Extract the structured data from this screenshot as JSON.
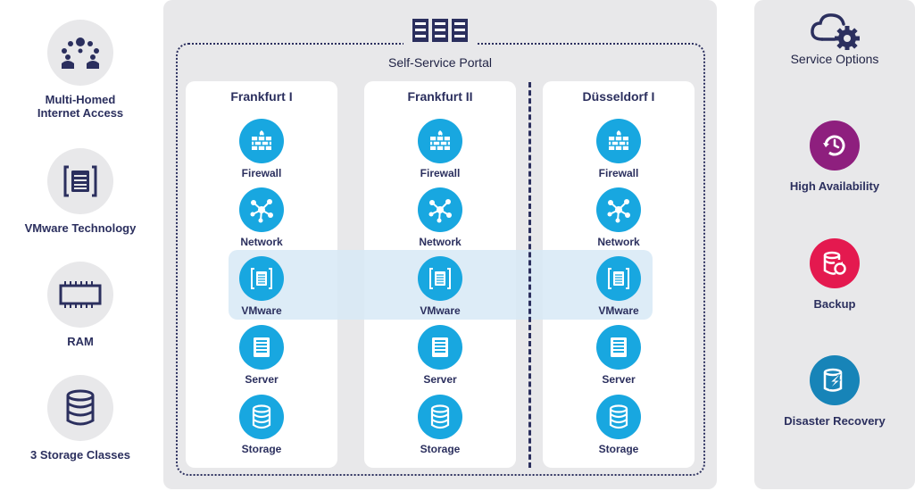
{
  "features": [
    {
      "label_line1": "Multi-Homed",
      "label_line2": "Internet Access",
      "icon": "network-people-icon"
    },
    {
      "label": "VMware Technology",
      "icon": "vmware-icon"
    },
    {
      "label": "RAM",
      "icon": "ram-chip-icon"
    },
    {
      "label": "3 Storage Classes",
      "icon": "database-icon"
    }
  ],
  "portal": {
    "title": "Self-Service Portal",
    "icon": "server-rack-icon"
  },
  "sites": [
    {
      "name": "Frankfurt I"
    },
    {
      "name": "Frankfurt II"
    },
    {
      "name": "Düsseldorf I"
    }
  ],
  "components": [
    "Firewall",
    "Network",
    "VMware",
    "Server",
    "Storage"
  ],
  "service_options": {
    "title": "Service Options",
    "icon": "cloud-gear-icon",
    "items": [
      {
        "label": "High Availability",
        "color": "#8e1f7e",
        "icon": "clock-refresh-icon"
      },
      {
        "label": "Backup",
        "color": "#e4194f",
        "icon": "database-restore-icon"
      },
      {
        "label": "Disaster Recovery",
        "color": "#1784b8",
        "icon": "database-lightning-icon"
      }
    ]
  },
  "colors": {
    "navy": "#2b2f5e",
    "cyan": "#18a7e0",
    "panel": "#e8e8ea",
    "highlight": "#d7e9f6"
  }
}
